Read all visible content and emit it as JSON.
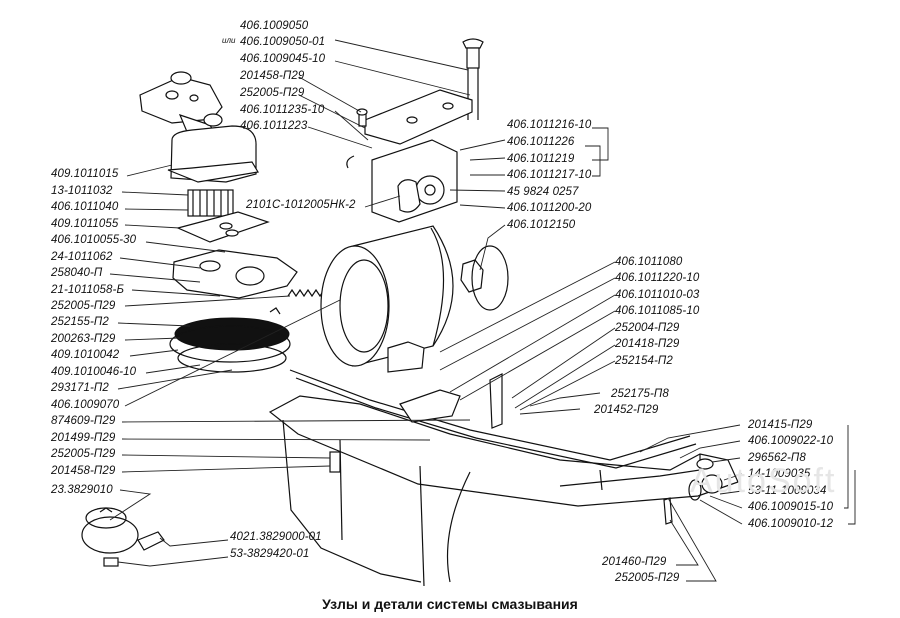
{
  "caption": "Узлы и детали системы смазывания",
  "watermark": "AutoSoft",
  "or_word": "или",
  "labels": {
    "l01": "406.1009050",
    "l02": "406.1009050-01",
    "l03": "406.1009045-10",
    "l04": "201458-П29",
    "l05": "252005-П29",
    "l06": "406.1011235-10",
    "l07": "406.1011223",
    "l08": "409.1011015",
    "l09": "13-1011032",
    "l10": "406.1011040",
    "l11": "409.1011055",
    "l12": "406.1010055-30",
    "l13": "24-1011062",
    "l14": "258040-П",
    "l15": "21-1011058-Б",
    "l16": "252005-П29",
    "l17": "252155-П2",
    "l18": "200263-П29",
    "l19": "409.1010042",
    "l20": "409.1010046-10",
    "l21": "293171-П2",
    "l22": "406.1009070",
    "l23": "874609-П29",
    "l24": "201499-П29",
    "l25": "252005-П29",
    "l26": "201458-П29",
    "l27": "23.3829010",
    "l28": "4021.3829000-01",
    "l29": "53-3829420-01",
    "l30": "2101С-1012005НК-2",
    "r01": "406.1011216-10",
    "r02": "406.1011226",
    "r03": "406.1011219",
    "r04": "406.1011217-10",
    "r05": "45 9824 0257",
    "r06": "406.1011200-20",
    "r07": "406.1012150",
    "r08": "406.1011080",
    "r09": "406.1011220-10",
    "r10": "406.1011010-03",
    "r11": "406.1011085-10",
    "r12": "252004-П29",
    "r13": "201418-П29",
    "r14": "252154-П2",
    "r15": "252175-П8",
    "r16": "201452-П29",
    "r17": "201415-П29",
    "r18": "406.1009022-10",
    "r19": "296562-П8",
    "r20": "14-1009035",
    "r21": "53-11-1009034",
    "r22": "406.1009015-10",
    "r23": "406.1009010-12",
    "b01": "201460-П29",
    "b02": "252005-П29"
  }
}
